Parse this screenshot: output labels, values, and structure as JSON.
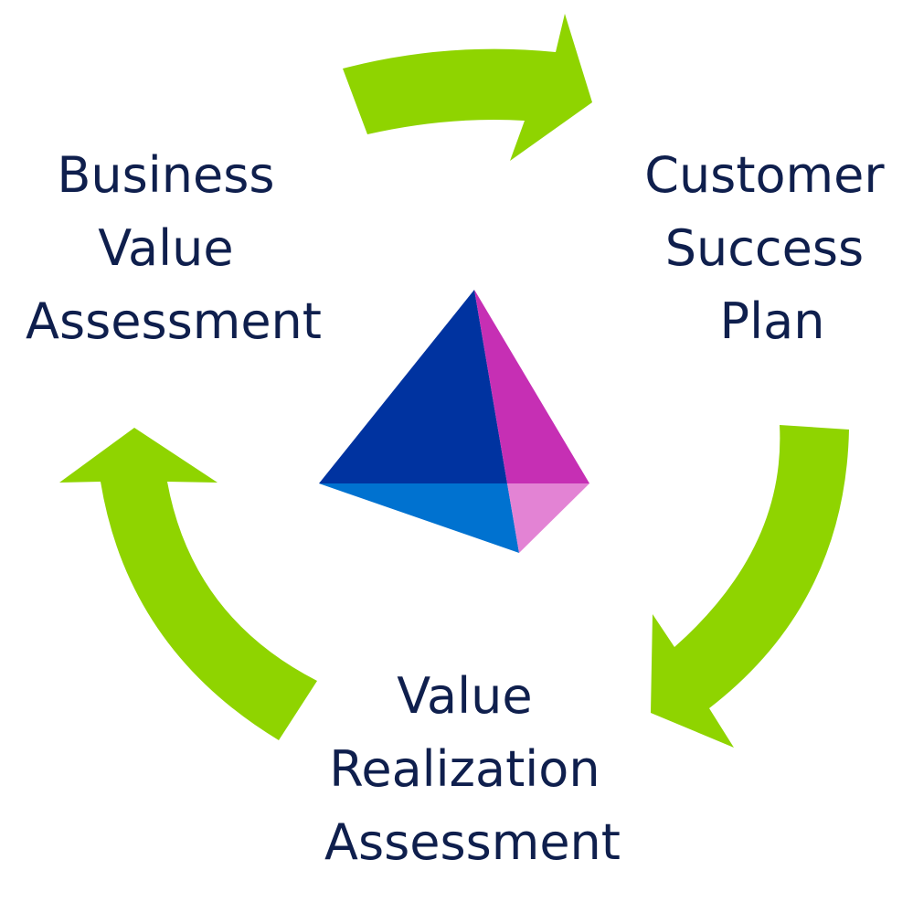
{
  "stages": [
    {
      "id": "business-value-assessment",
      "lines": [
        "Business",
        "Value",
        "Assessment"
      ]
    },
    {
      "id": "customer-success-plan",
      "lines": [
        "Customer",
        "Success",
        "Plan"
      ]
    },
    {
      "id": "value-realization-assessment",
      "lines": [
        "Value",
        "Realization",
        "Assessment"
      ]
    }
  ],
  "colors": {
    "arrow": "#8fd400",
    "text": "#0f1f4d",
    "pyramid_left": "#0033a0",
    "pyramid_right": "#c62fb4",
    "pyramid_bottom_left": "#0072d0",
    "pyramid_bottom_right": "#e383d4"
  },
  "icons": {
    "center": "pyramid-logo-icon",
    "cycle_arrows": "curved-arrow-icon"
  }
}
